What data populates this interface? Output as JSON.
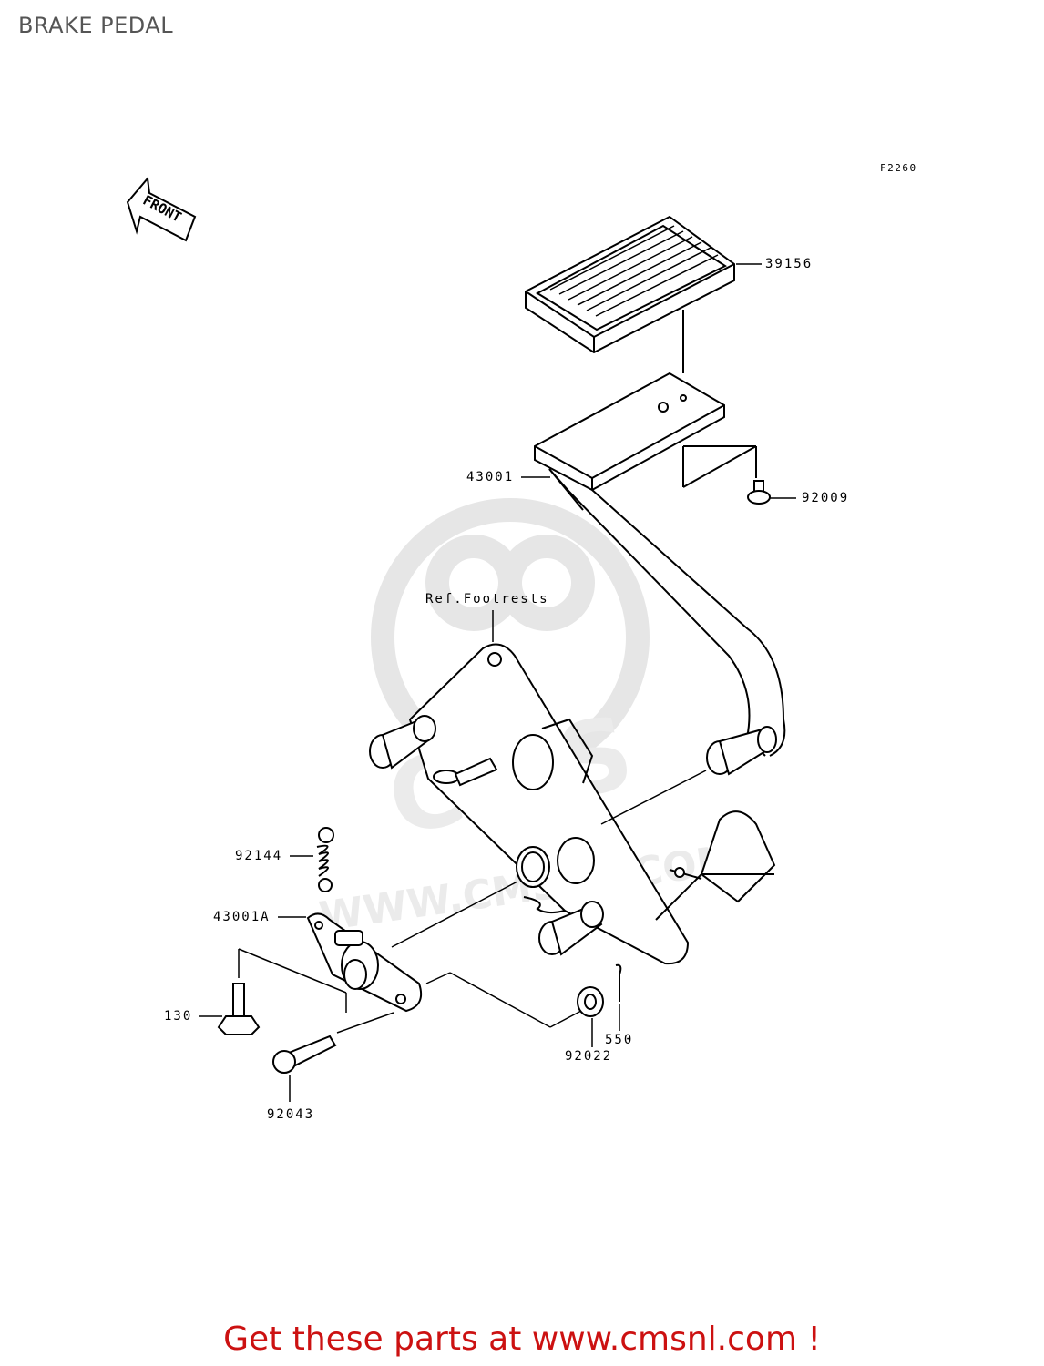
{
  "page": {
    "title": "BRAKE PEDAL",
    "diagram_code": "F2260",
    "front_arrow_text": "FRONT",
    "footer_text": "Get these parts at www.cmsnl.com !",
    "watermark_text": "CMS",
    "watermark_url": "WWW.CMSNL.COM"
  },
  "labels": {
    "p39156": "39156",
    "p43001": "43001",
    "p92009": "92009",
    "ref_footrests": "Ref.Footrests",
    "p92144": "92144",
    "p43001a": "43001A",
    "p130": "130",
    "p92022": "92022",
    "p550": "550",
    "p92043": "92043"
  },
  "colors": {
    "line": "#000000",
    "watermark": "#e6e6e6",
    "footer": "#cc1111",
    "title": "#555555"
  }
}
